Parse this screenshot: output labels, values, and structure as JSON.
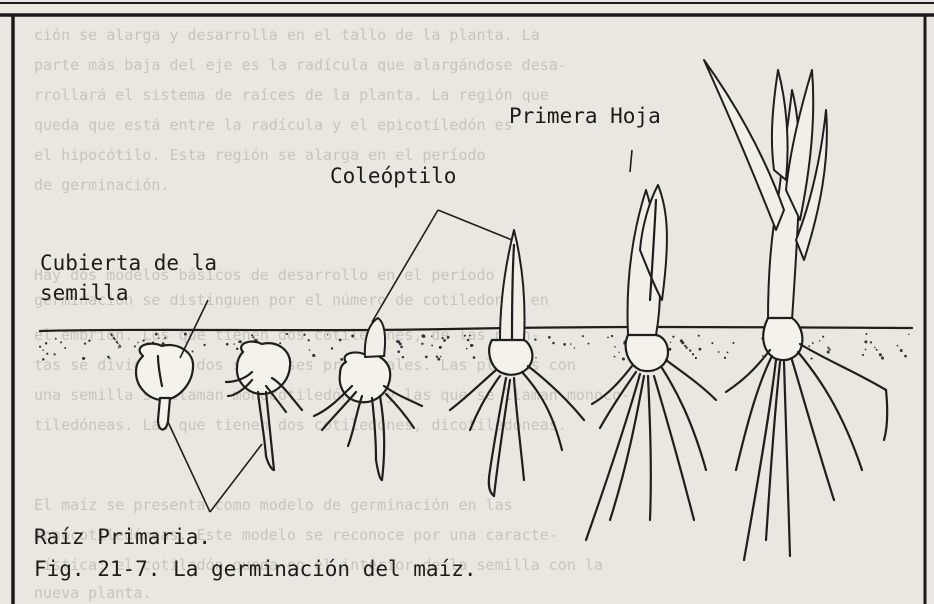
{
  "labels": {
    "seed_coat": [
      "Cubierta de la",
      "semilla"
    ],
    "coleoptile": "Coleóptilo",
    "first_leaf": "Primera Hoja",
    "primary_root": "Raíz Primaria.",
    "caption": "Fig. 21-7. La germinación del maíz."
  },
  "background_text": [
    "ción se alarga y desarrolla en el tallo de la planta. La",
    "parte más baja del eje es la radícula que alargándose desa-",
    "rrollará el sistema de raíces de la planta. La región que",
    "queda que está entre la radícula y el epicotíledón es",
    "el hipocótilo. Esta región se alarga en el período",
    "de germinación.",
    "Hay dos modelos básicos de desarrollo en el período de",
    "germinación se distinguen por el número de cotiledones en",
    "el embrión. Los que tienen dos cotiledones, de las plan-",
    "tas se dividen en dos subclases principales. Las plantas con",
    "una semilla se llaman monocotiledóneas y las que se llaman monoco-",
    "tiledóneas. Las que tienen dos cotiledones, dicotiledóneas.",
    "El maíz se presenta como modelo de germinación en las",
    "monocotiledóneas. Este modelo se reconoce por una caracte-",
    "rística: el cotiledón queda en el interior de la semilla con la",
    "nueva planta."
  ]
}
